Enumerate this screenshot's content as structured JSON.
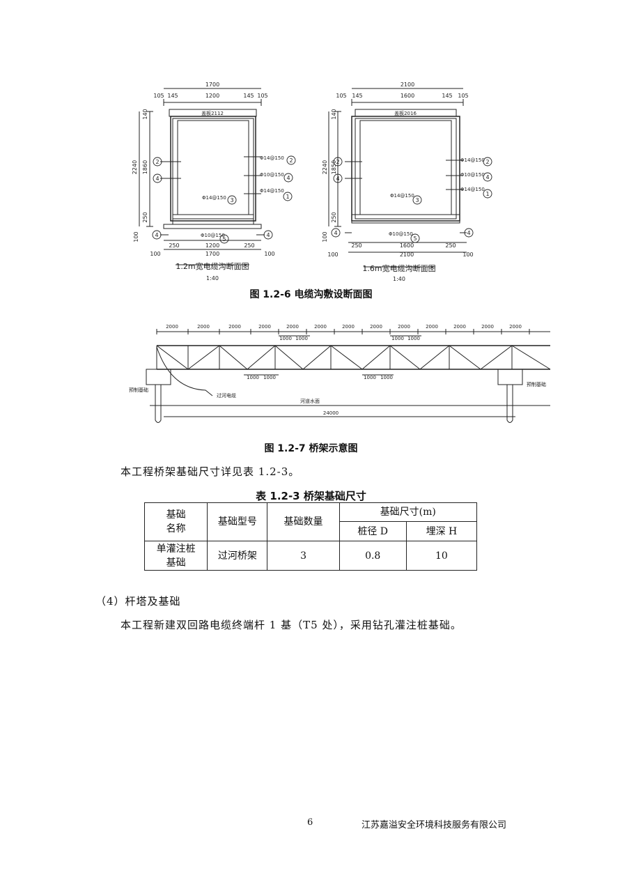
{
  "figure1": {
    "caption": "图 1.2-6 电缆沟敷设断面图",
    "left": {
      "title": "1.2m宽电缆沟断面图",
      "scale": "1:40",
      "dims_top": [
        "1700",
        "105",
        "145",
        "1200",
        "145",
        "105"
      ],
      "dims_side": [
        "2240",
        "1860",
        "250",
        "100",
        "140"
      ],
      "dims_bottom": [
        "250",
        "1200",
        "250",
        "100",
        "1700",
        "100"
      ],
      "cover_label": "盖板2112",
      "rebar_labels": [
        "Φ14@150",
        "Φ10@150",
        "Φ14@150",
        "Φ14@150",
        "Φ10@150"
      ],
      "markers": [
        "2",
        "4",
        "2",
        "4",
        "1",
        "3",
        "5",
        "4",
        "4"
      ]
    },
    "right": {
      "title": "1.6m宽电缆沟断面图",
      "scale": "1:40",
      "dims_top": [
        "2100",
        "105",
        "145",
        "1600",
        "145",
        "105"
      ],
      "dims_side": [
        "2240",
        "1850",
        "250",
        "100",
        "140"
      ],
      "dims_bottom": [
        "250",
        "1600",
        "250",
        "100",
        "2100",
        "100"
      ],
      "cover_label": "盖板2016",
      "rebar_labels": [
        "Φ14@150",
        "Φ10@150",
        "Φ14@150",
        "Φ14@150",
        "Φ10@150"
      ],
      "markers": [
        "2",
        "4",
        "2",
        "4",
        "1",
        "3",
        "5",
        "4",
        "4"
      ]
    }
  },
  "figure2": {
    "caption": "图 1.2-7 桥架示意图",
    "top_dims": [
      "2000",
      "2000",
      "2000",
      "2000",
      "2000",
      "2000",
      "2000",
      "2000",
      "2000",
      "2000",
      "2000",
      "2000",
      "2000"
    ],
    "sub_dims": [
      "1000",
      "1000",
      "1000",
      "1000"
    ],
    "inner_dims": [
      "1000",
      "1000",
      "1000",
      "1000"
    ],
    "span_label": "24000",
    "labels": [
      "预制基础",
      "过河电缆",
      "河道水面",
      "预制基础"
    ]
  },
  "intro": "本工程桥架基础尺寸详见表 1.2-3。",
  "table": {
    "title": "表 1.2-3  桥架基础尺寸",
    "h_name": "基础\n名称",
    "h_type": "基础型号",
    "h_count": "基础数量",
    "h_size": "基础尺寸(m)",
    "h_d": "桩径 D",
    "h_h": "埋深 H",
    "row": {
      "name": "单灌注桩\n基础",
      "type": "过河桥架",
      "count": "3",
      "d": "0.8",
      "h": "10"
    }
  },
  "section4": {
    "heading": "（4）杆塔及基础",
    "text": "本工程新建双回路电缆终端杆 1 基（T5 处），采用钻孔灌注桩基础。"
  },
  "footer": {
    "page": "6",
    "company": "江苏嘉溢安全环境科技服务有限公司"
  }
}
